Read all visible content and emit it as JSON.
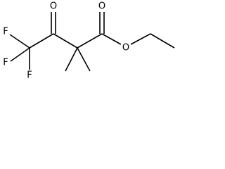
{
  "molecule": {
    "atom_labels": {
      "fluorine_top": "F",
      "fluorine_middle": "F",
      "fluorine_bottom": "F",
      "ketone_oxygen": "O",
      "ester_carbonyl_oxygen": "O",
      "ester_oxygen": "O"
    }
  }
}
